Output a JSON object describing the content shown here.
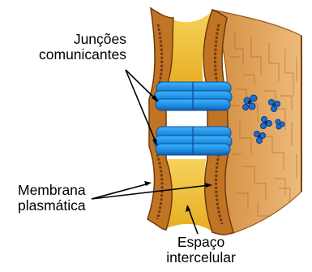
{
  "labels": {
    "gap_junctions": [
      "Junções",
      "comunicantes"
    ],
    "plasma_membrane": [
      "Membrana",
      "plasmática"
    ],
    "intercellular_space": [
      "Espaço",
      "intercelular"
    ]
  },
  "colors": {
    "membrane_outer": "#b4671f",
    "membrane_inner": "#6e3a10",
    "intercellular_fill": "#f2c23a",
    "cell_surface": "#e3a65d",
    "connexon": "#1f8fe0",
    "connexon_dark": "#0b4f99",
    "pore_blue": "#1565c0"
  }
}
